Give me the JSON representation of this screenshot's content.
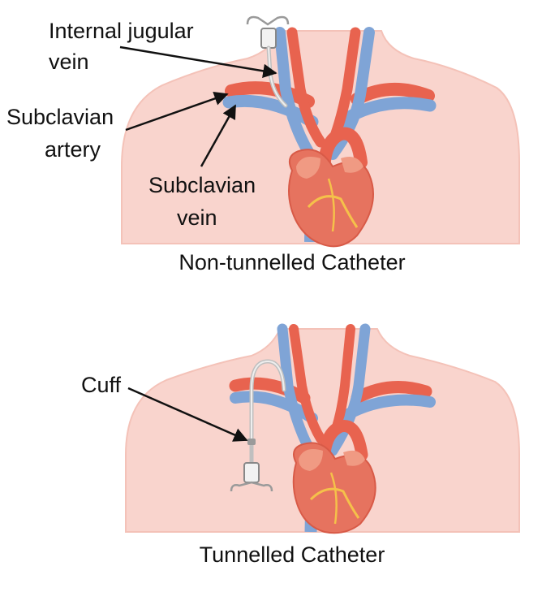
{
  "panels": [
    {
      "caption": "Non-tunnelled Catheter",
      "labels": {
        "internal_jugular_line1": "Internal jugular",
        "internal_jugular_line2": "vein",
        "subclavian_artery_line1": "Subclavian",
        "subclavian_artery_line2": "artery",
        "subclavian_vein_line1": "Subclavian",
        "subclavian_vein_line2": "vein"
      }
    },
    {
      "caption": "Tunnelled Catheter",
      "labels": {
        "cuff": "Cuff"
      }
    }
  ],
  "colors": {
    "body": "#f9d4cd",
    "body_edge": "#f4c2b8",
    "artery": "#e8634f",
    "vein": "#7fa4d6",
    "heart": "#e6735f",
    "heart_light": "#f09a83",
    "vessel_highlight": "#f5c14a",
    "catheter": "#d9d9d9",
    "arrow": "#111111"
  }
}
